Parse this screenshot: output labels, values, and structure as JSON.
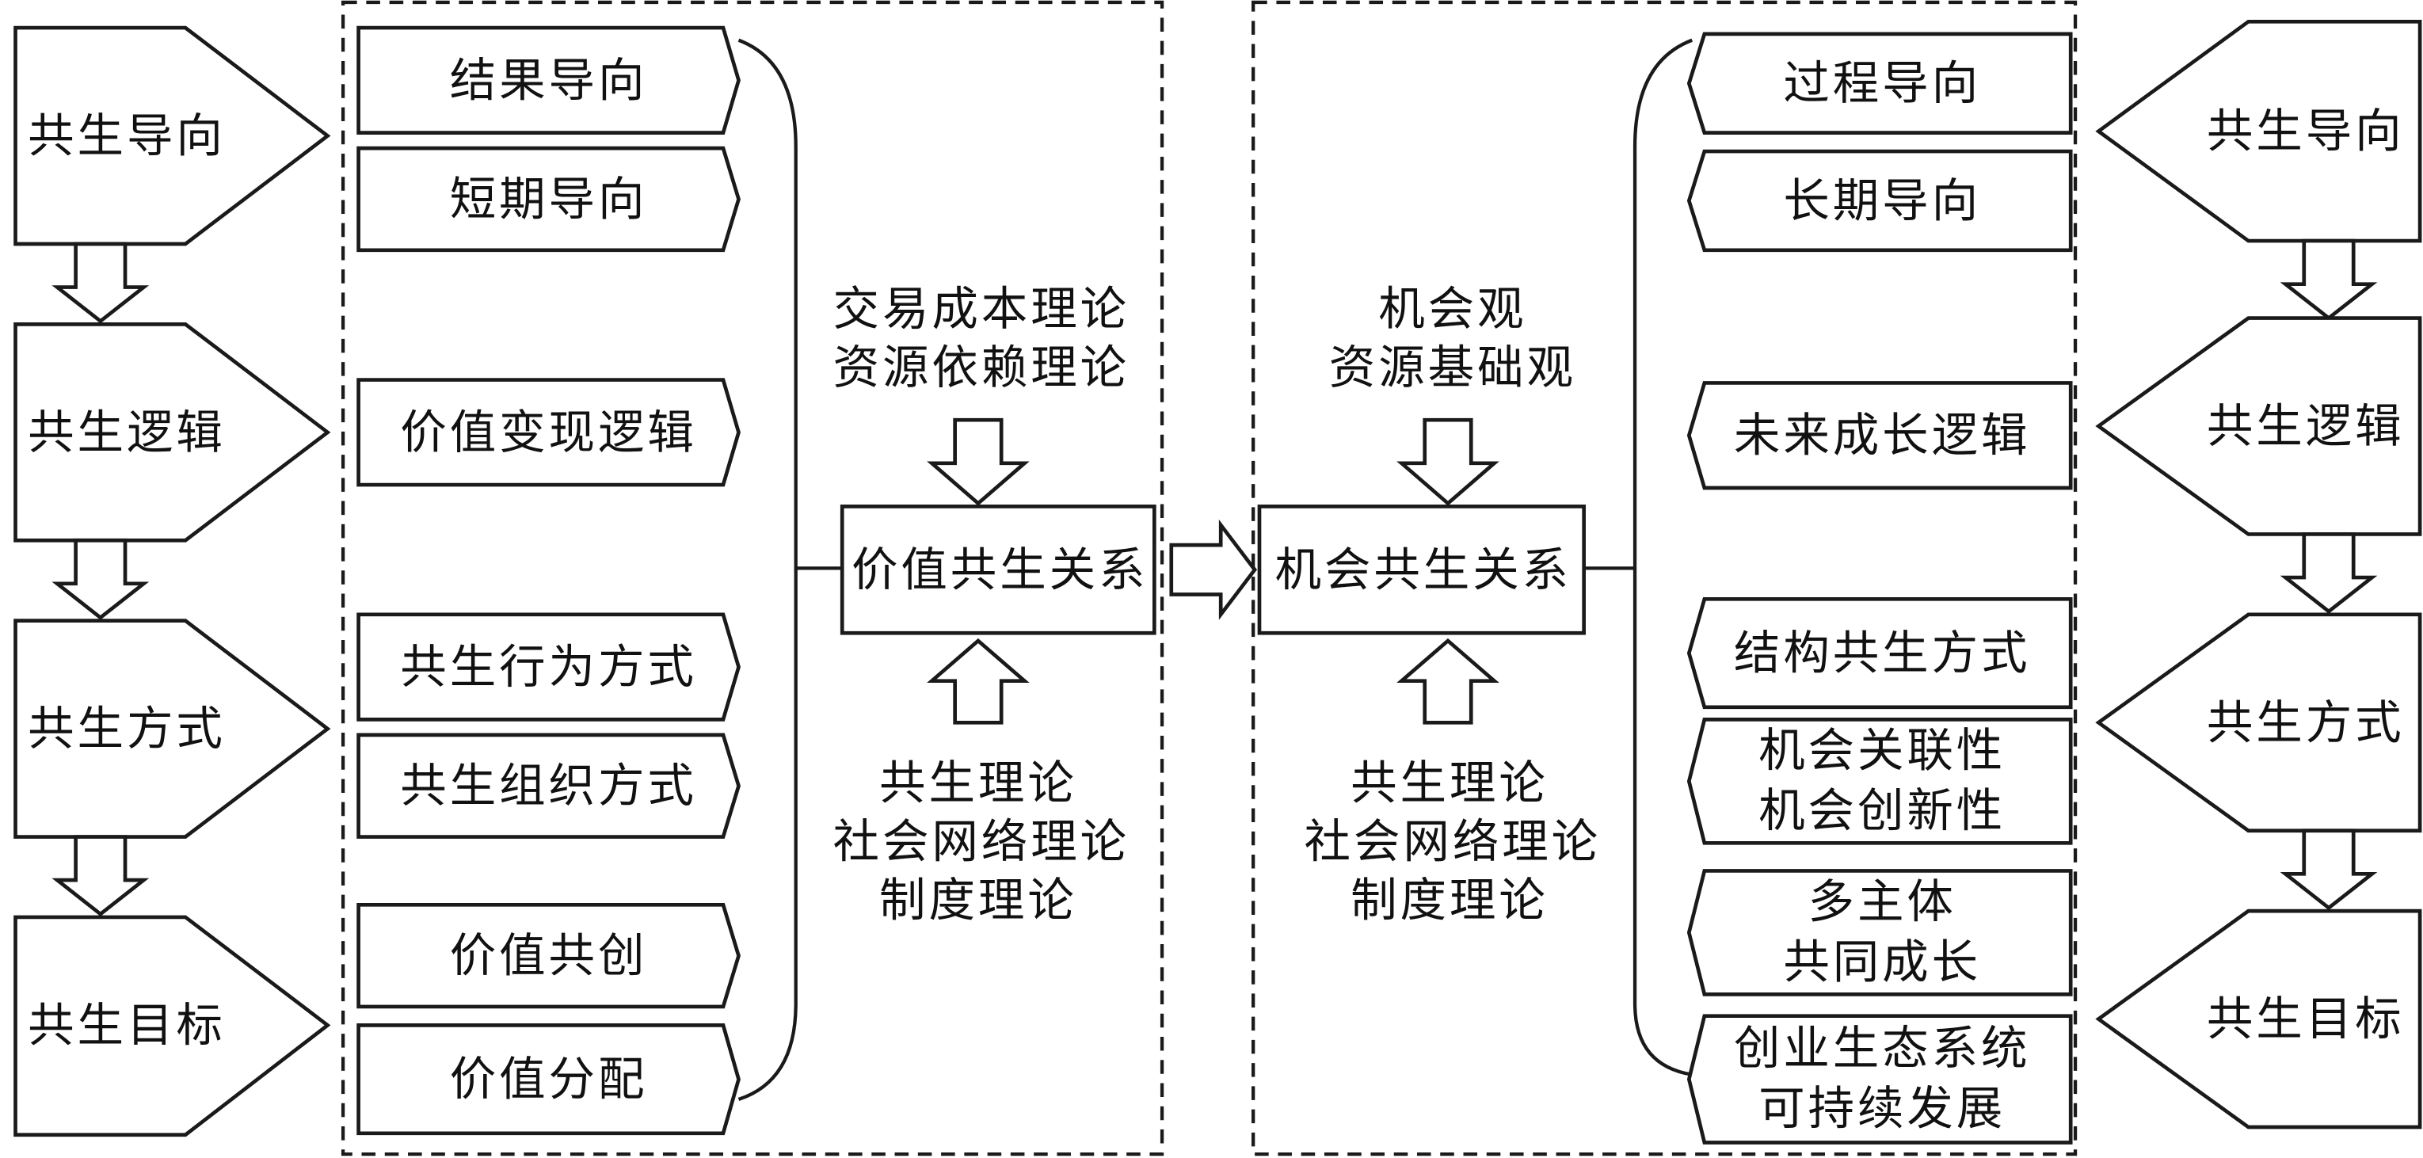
{
  "left_column": {
    "items": [
      "共生导向",
      "共生逻辑",
      "共生方式",
      "共生目标"
    ]
  },
  "value_panel": {
    "boxes": [
      "结果导向",
      "短期导向",
      "价值变现逻辑",
      "共生行为方式",
      "共生组织方式",
      "价值共创",
      "价值分配"
    ],
    "upper_theories": [
      "交易成本理论",
      "资源依赖理论"
    ],
    "center_label": "价值共生关系",
    "lower_theories": [
      "共生理论",
      "社会网络理论",
      "制度理论"
    ]
  },
  "opportunity_panel": {
    "upper_theories": [
      "机会观",
      "资源基础观"
    ],
    "center_label": "机会共生关系",
    "lower_theories": [
      "共生理论",
      "社会网络理论",
      "制度理论"
    ],
    "boxes": [
      [
        "过程导向"
      ],
      [
        "长期导向"
      ],
      [
        "未来成长逻辑"
      ],
      [
        "结构共生方式"
      ],
      [
        "机会关联性",
        "机会创新性"
      ],
      [
        "多主体",
        "共同成长"
      ],
      [
        "创业生态系统",
        "可持续发展"
      ]
    ]
  },
  "right_column": {
    "items": [
      "共生导向",
      "共生逻辑",
      "共生方式",
      "共生目标"
    ]
  }
}
